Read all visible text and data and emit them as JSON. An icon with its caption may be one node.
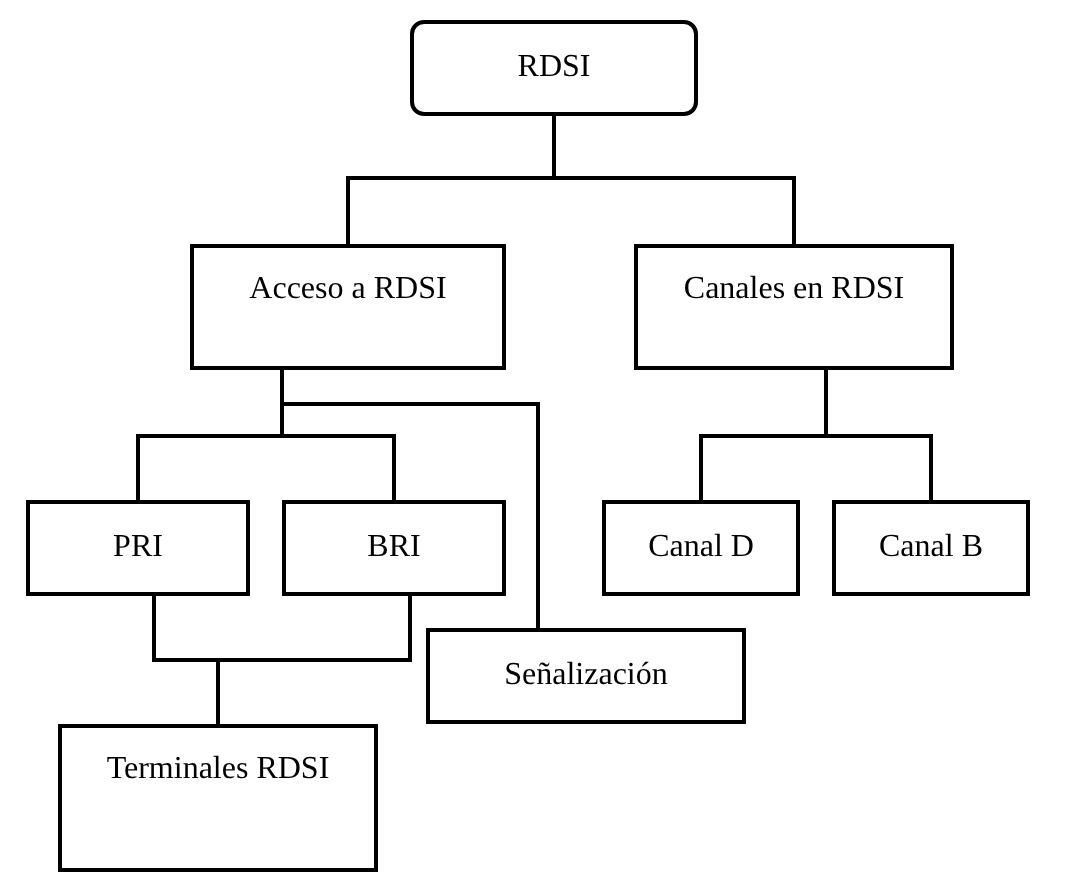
{
  "diagram": {
    "nodes": [
      {
        "text": [
          "RDSI"
        ]
      },
      {
        "text": [
          "Acceso a RDSI"
        ]
      },
      {
        "text": [
          "Canales en RDSI"
        ]
      },
      {
        "text": [
          "PRI"
        ]
      },
      {
        "text": [
          "BRI"
        ]
      },
      {
        "text": [
          "Señalización"
        ]
      },
      {
        "text": [
          "Terminales RDSI"
        ]
      },
      {
        "text": [
          "Canal D"
        ]
      },
      {
        "text": [
          "Canal B"
        ]
      }
    ],
    "edges": [
      {
        "from": 0,
        "to": 1,
        "arrow": "none"
      },
      {
        "from": 0,
        "to": 2,
        "arrow": "none"
      },
      {
        "from": 1,
        "to": 3,
        "arrow": "none"
      },
      {
        "from": 1,
        "to": 4,
        "arrow": "none"
      },
      {
        "from": 1,
        "to": 5,
        "arrow": "none"
      },
      {
        "from": 3,
        "to": 6,
        "arrow": "none"
      },
      {
        "from": 4,
        "to": 6,
        "arrow": "none"
      },
      {
        "from": 2,
        "to": 7,
        "arrow": "none"
      },
      {
        "from": 2,
        "to": 8,
        "arrow": "none"
      }
    ]
  }
}
